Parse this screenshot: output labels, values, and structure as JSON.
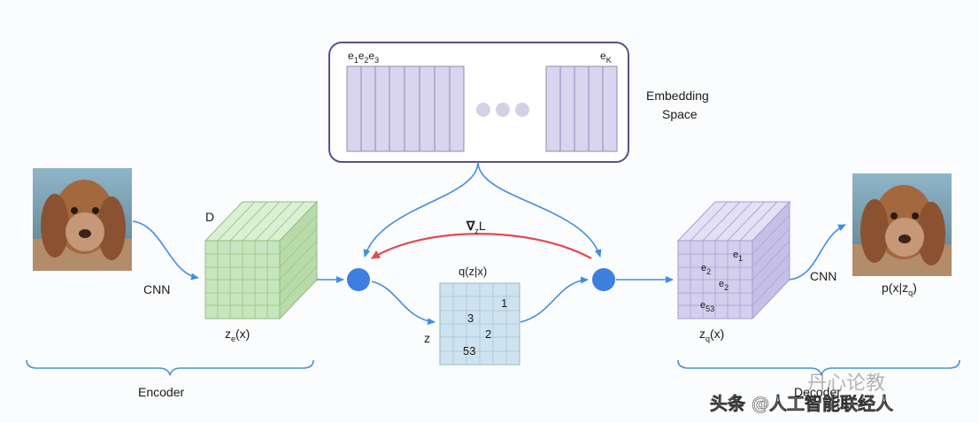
{
  "labels": {
    "embedding_title_1": "Embedding",
    "embedding_title_2": "Space",
    "e_first": "e",
    "e_first_sub": "1",
    "e_second": "e",
    "e_second_sub": "2",
    "e_third": "e",
    "e_third_sub": "3",
    "e_last": "e",
    "e_last_sub": "K",
    "d_label": "D",
    "cnn_left": "CNN",
    "cnn_right": "CNN",
    "ze": "z",
    "ze_sub": "e",
    "ze_arg": "(x)",
    "zq": "z",
    "zq_sub": "q",
    "zq_arg": "(x)",
    "gradient": "∇",
    "gradient_sub": "z",
    "gradient_L": "L",
    "qzx": "q(z|x)",
    "z_label": "z",
    "grid_values": [
      "1",
      "3",
      "2",
      "53"
    ],
    "zq_cells": [
      {
        "e": "e",
        "sub": "1"
      },
      {
        "e": "e",
        "sub": "2"
      },
      {
        "e": "e",
        "sub": "2"
      },
      {
        "e": "e",
        "sub": "53"
      }
    ],
    "output": "p(x|z",
    "output_sub": "q",
    "output_end": ")",
    "encoder": "Encoder",
    "decoder": "Decoder"
  },
  "watermark": {
    "line1": "丹心论教",
    "line2": "头条 @人工智能联经人"
  },
  "colors": {
    "embedding_cell": "#d9d5ee",
    "embedding_border": "#5a4f8a",
    "encoder_cube": "#c8e6bd",
    "decoder_cube": "#d5cfee",
    "grid": "#cfe3ef",
    "node": "#3f7fe0",
    "arrow": "#3f8ee6",
    "gradient_arrow": "#e5484d"
  }
}
